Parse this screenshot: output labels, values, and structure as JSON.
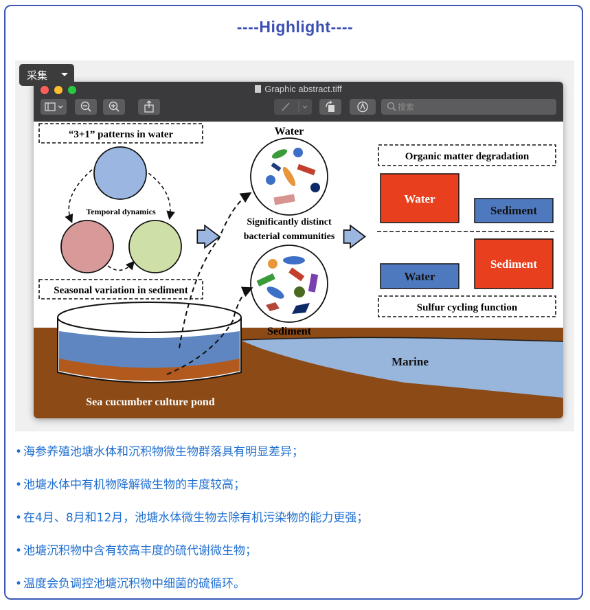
{
  "header": {
    "title": "----Highlight----"
  },
  "overlay": {
    "collect_label": "采集"
  },
  "window": {
    "title": "Graphic abstract.tiff",
    "search_placeholder": "搜索",
    "traffic_colors": [
      "#ff5f57",
      "#febc2e",
      "#28c840"
    ]
  },
  "figure": {
    "left_top_label": "“3+1” patterns in water",
    "temporal_label": "Temporal dynamics",
    "left_bottom_label": "Seasonal variation in sediment",
    "water_heading": "Water",
    "center_text_1": "Significantly distinct",
    "center_text_2": "bacterial communities",
    "sediment_heading": "Sediment",
    "right_top_label": "Organic matter degradation",
    "right_bottom_label": "Sulfur cycling function",
    "box_water_big": "Water",
    "box_sediment_small": "Sediment",
    "box_water_small": "Water",
    "box_sediment_big": "Sediment",
    "pond_label": "Sea cucumber culture pond",
    "marine_label": "Marine",
    "colors": {
      "red_box": "#e8401f",
      "blue_box": "#4f79bf",
      "water_blue": "#5f86c0",
      "sediment_brown": "#8b4a16",
      "marine_blue": "#98b6dc"
    }
  },
  "highlights": [
    "海参养殖池塘水体和沉积物微生物群落具有明显差异；",
    "池塘水体中有机物降解微生物的丰度较高；",
    "在4月、8月和12月，池塘水体微生物去除有机污染物的能力更强；",
    "池塘沉积物中含有较高丰度的硫代谢微生物；",
    "温度会负调控池塘沉积物中细菌的硫循环。"
  ],
  "bullet_marker": "•"
}
